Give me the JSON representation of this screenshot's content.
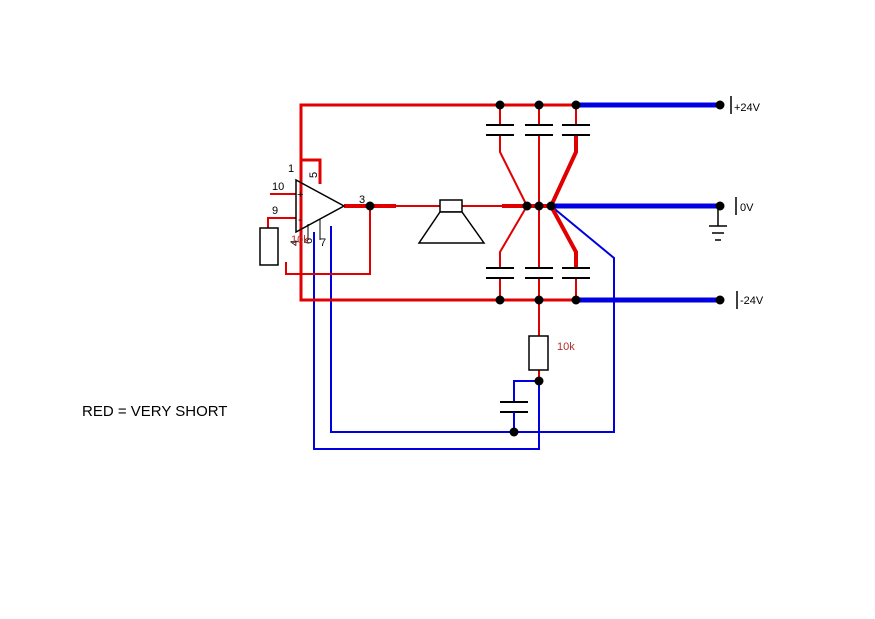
{
  "colors": {
    "short_wire": "#e00000",
    "long_wire": "#0000e0",
    "component": "#000000",
    "value_text": "#b03030"
  },
  "rails": {
    "positive": "+24V",
    "ground": "0V",
    "negative": "-24V"
  },
  "opamp": {
    "pin_1": "1",
    "pin_5": "5",
    "pin_10": "10",
    "pin_9": "9",
    "pin_3": "3",
    "pin_4": "4",
    "pin_6": "6",
    "pin_7": "7",
    "plus_sign": "+",
    "minus_sign": "-"
  },
  "components": {
    "feedback_resistor_value": "10k",
    "load_resistor_value": "10k"
  },
  "legend": "RED = VERY SHORT"
}
